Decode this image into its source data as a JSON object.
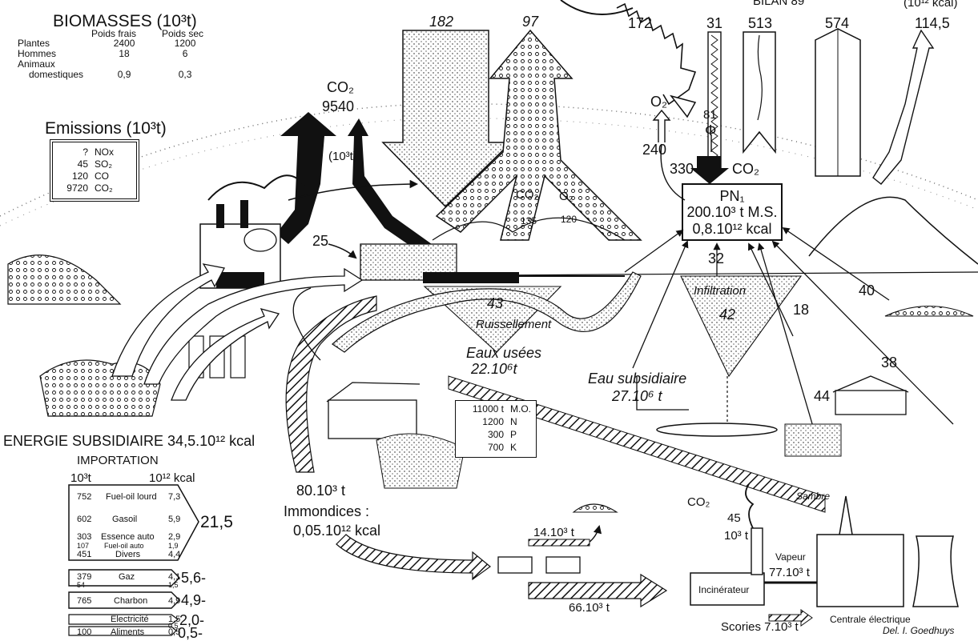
{
  "biomasses": {
    "title": "BIOMASSES (10³t)",
    "col_fresh": "Poids frais",
    "col_dry": "Poids sec",
    "rows": [
      {
        "label": "Plantes",
        "fresh": "2400",
        "dry": "1200"
      },
      {
        "label": "Hommes",
        "fresh": "18",
        "dry": "6"
      },
      {
        "label": "Animaux",
        "fresh": "",
        "dry": ""
      },
      {
        "label": "domestiques",
        "fresh": "0,9",
        "dry": "0,3"
      }
    ]
  },
  "emissions": {
    "title": "Emissions (10³t)",
    "rows": [
      {
        "value": "?",
        "gas": "NOx"
      },
      {
        "value": "45",
        "gas": "SO₂"
      },
      {
        "value": "120",
        "gas": "CO"
      },
      {
        "value": "9720",
        "gas": "CO₂"
      }
    ]
  },
  "co2_top": {
    "label": "CO₂",
    "value": "9540",
    "unit": "(10³t)"
  },
  "top_arrows": {
    "rain": "182",
    "evap": "97",
    "solar": "172"
  },
  "bilan": {
    "label": "BILAN 89",
    "unit": "(10¹² kcal)",
    "values": [
      "31",
      "513",
      "574",
      "114,5"
    ]
  },
  "pn1": {
    "title": "PN₁",
    "line1": "200.10³ t  M.S.",
    "line2": "0,8.10¹² kcal"
  },
  "pn1_flows": {
    "o2": "O₂",
    "o2_value": "240",
    "phi": "Φ",
    "phi_value": "81",
    "co2": "CO₂",
    "co2_value": "330"
  },
  "flows": {
    "f25": "25",
    "f43": "43",
    "f32": "32",
    "f42": "42",
    "f18": "18",
    "f40": "40",
    "f38": "38",
    "f44": "44"
  },
  "human": {
    "co2": "CO₂",
    "co2_value": "135",
    "o2": "O₂",
    "o2_value": "120"
  },
  "water": {
    "ruissellement": "Ruissellement",
    "eaux_usees": "Eaux usées",
    "eaux_usees_value": "22.10⁶t",
    "infiltration": "Infiltration",
    "subsidiaire": "Eau subsidiaire",
    "subsidiaire_value": "27.10⁶ t"
  },
  "wastewater": [
    {
      "value": "11000 t",
      "name": "M.O."
    },
    {
      "value": "1200",
      "name": "N"
    },
    {
      "value": "300",
      "name": "P"
    },
    {
      "value": "700",
      "name": "K"
    }
  ],
  "energie": {
    "title": "ENERGIE  SUBSIDIAIRE 34,5.10¹² kcal",
    "import": "IMPORTATION",
    "unit_mass": "10³t",
    "unit_energy": "10¹² kcal"
  },
  "imports": [
    {
      "mass": "752",
      "name": "Fuel-oil lourd",
      "energy": "7,3"
    },
    {
      "mass": "602",
      "name": "Gasoil",
      "energy": "5,9"
    },
    {
      "mass": "303",
      "name": "Essence auto",
      "energy": "2,9"
    },
    {
      "mass": "107",
      "name": "Fuel-oil auto",
      "energy": "1,9"
    },
    {
      "mass": "451",
      "name": "Divers",
      "energy": "4,4"
    },
    {
      "mass": "379",
      "name": "Gaz",
      "energy": "4,1"
    },
    {
      "mass": "54",
      "name": "",
      "energy": "1,5"
    },
    {
      "mass": "765",
      "name": "Charbon",
      "energy": "4,9"
    },
    {
      "mass": "",
      "name": "Electricité",
      "energy": "1,5"
    },
    {
      "mass": "",
      "name": "",
      "energy": "0,5"
    },
    {
      "mass": "100",
      "name": "Aliments",
      "energy": "0,5"
    }
  ],
  "import_totals": [
    "21,5",
    "5,6-",
    "4,9-",
    "2,0-",
    "0,5-"
  ],
  "waste": {
    "value": "80.10³ t",
    "label": "Immondices :",
    "energy": "0,05.10¹² kcal",
    "compost": "14.10³ t",
    "incinerated": "66.10³ t"
  },
  "plant": {
    "co2": "CO₂",
    "co2_value": "45",
    "co2_unit": "10³ t",
    "vapeur": "Vapeur",
    "vapeur_value": "77.10³ t",
    "incinerateur": "Incinérateur",
    "centrale": "Centrale électrique",
    "scories": "Scories 7.10³ t"
  },
  "river": "Sambre",
  "signature": "Del. I. Goedhuys"
}
